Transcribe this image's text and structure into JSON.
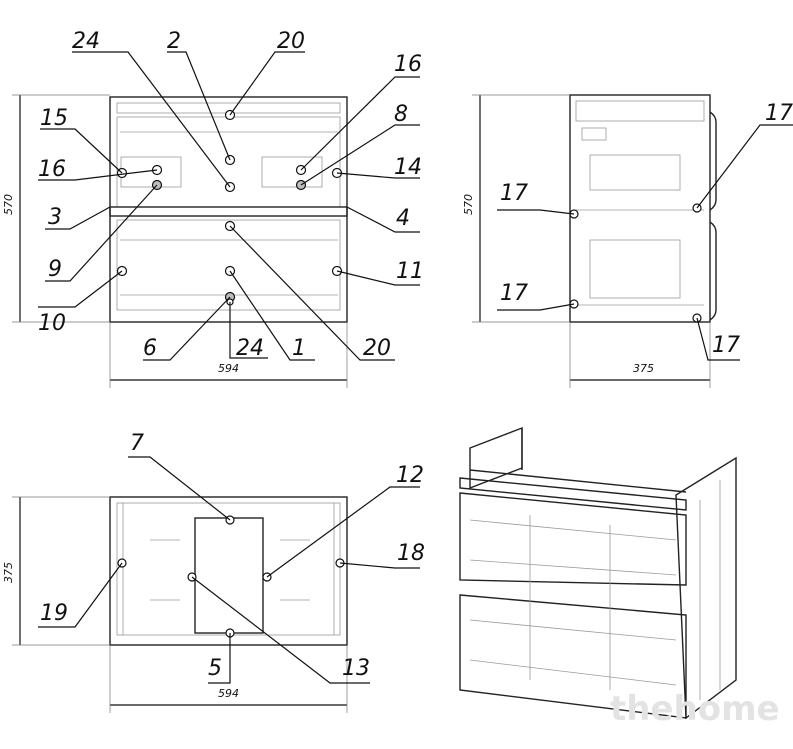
{
  "callouts": {
    "front": [
      "24",
      "2",
      "20",
      "16",
      "15",
      "8",
      "16",
      "14",
      "3",
      "4",
      "9",
      "11",
      "10",
      "6",
      "24",
      "1",
      "20"
    ],
    "side": [
      "17",
      "17",
      "17",
      "17"
    ],
    "top": [
      "7",
      "12",
      "18",
      "19",
      "5",
      "13"
    ]
  },
  "dimensions": {
    "front_height": "570",
    "front_width": "594",
    "side_height": "570",
    "side_depth": "375",
    "top_depth": "375",
    "top_width": "594"
  },
  "watermark": "thehome"
}
